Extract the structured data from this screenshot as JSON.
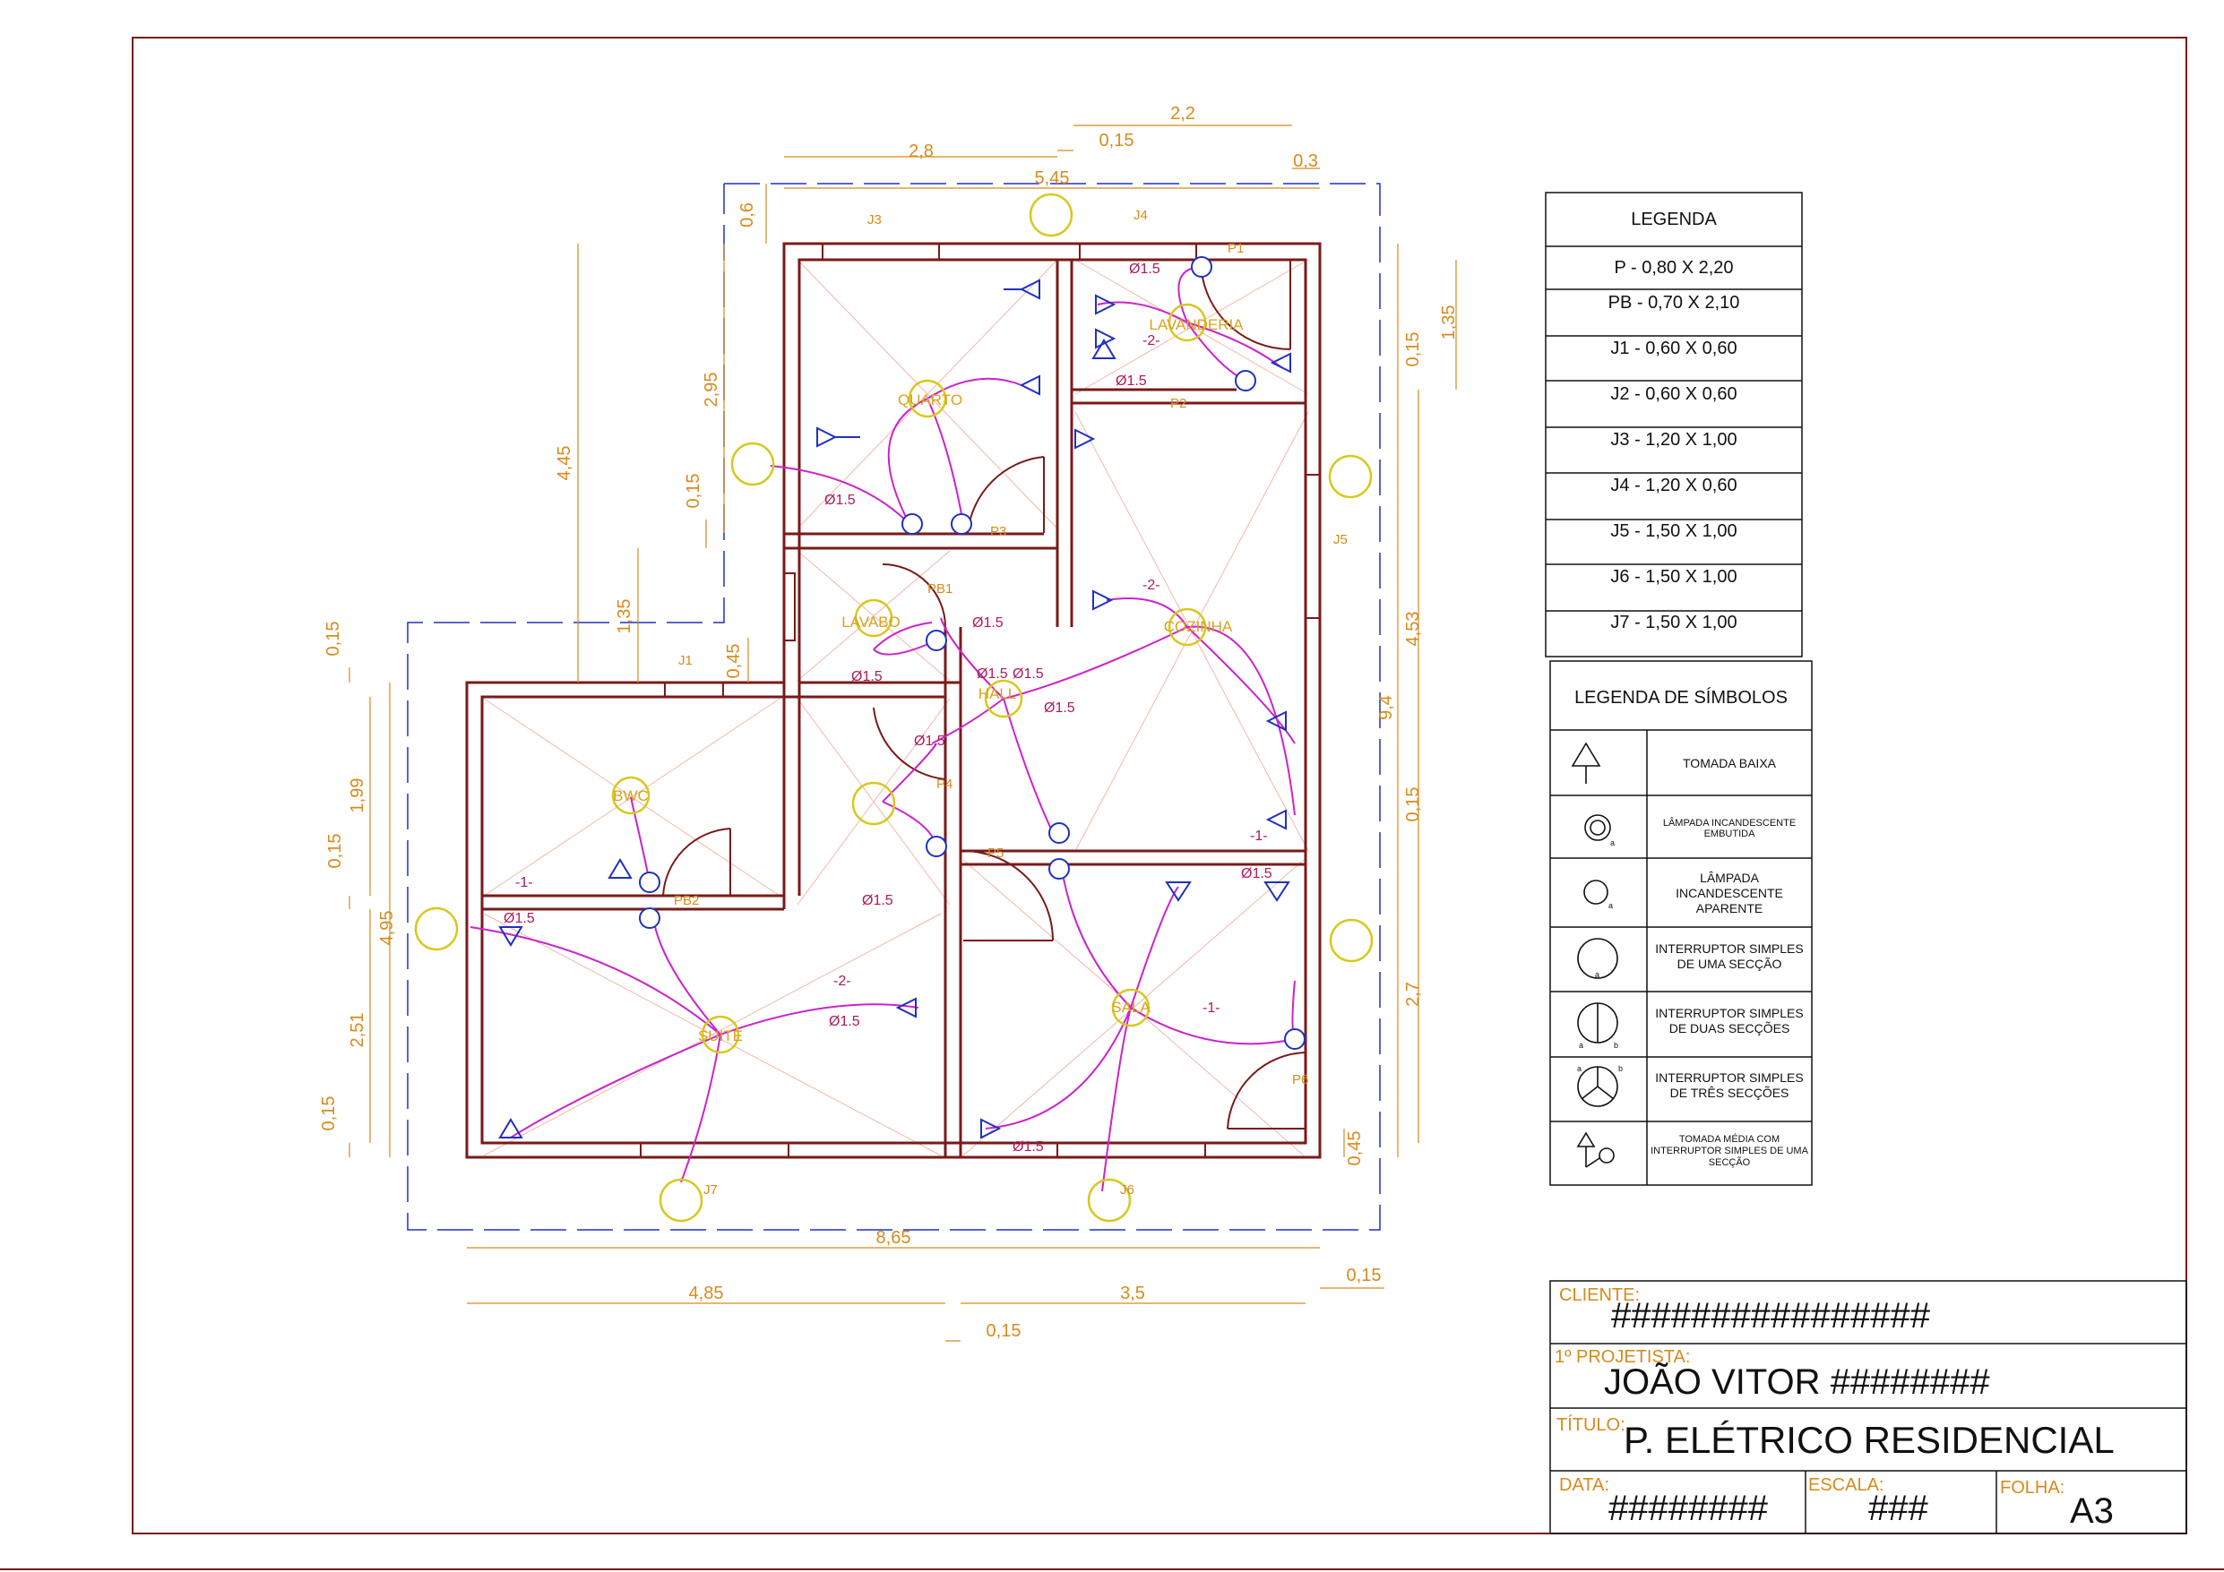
{
  "colors": {
    "frame": "#7a1a1a",
    "wall": "#7a1a1a",
    "dimension": "#d88a1c",
    "circuit": "#cc22cc",
    "conduit_label": "#b0185a",
    "outlet": "#2030c0",
    "lamp": "#d8c81c",
    "hatch": "#f0b8a8"
  },
  "rooms": {
    "quarto": "QUARTO",
    "lavanderia": "LAVANDERIA",
    "lavabo": "LAVABO",
    "cozinha": "COZINHA",
    "hall": "HALL",
    "bwc": "BWC",
    "suite": "SUITE",
    "sala": "SALA"
  },
  "openings": {
    "j1": "J1",
    "j3": "J3",
    "j4": "J4",
    "j5": "J5",
    "j6": "J6",
    "j7": "J7",
    "p1": "P1",
    "p2": "P2",
    "p3": "P3",
    "p4": "P4",
    "p5": "P5",
    "p6": "P6",
    "pb1": "PB1",
    "pb2": "PB2"
  },
  "dimensions": {
    "d_2_2": "2,2",
    "d_2_8": "2,8",
    "d_0_15_top": "0,15",
    "d_0_3": "0,3",
    "d_5_45": "5,45",
    "d_0_6": "0,6",
    "d_2_95": "2,95",
    "d_4_45": "4,45",
    "d_0_15_a": "0,15",
    "d_1_35_left": "1,35",
    "d_0_45_j1": "0,45",
    "d_0_15_b": "0,15",
    "d_1_99": "1,99",
    "d_0_15_c": "0,15",
    "d_4_95": "4,95",
    "d_2_51": "2,51",
    "d_0_15_d": "0,15",
    "d_1_35_right": "1,35",
    "d_0_15_r1": "0,15",
    "d_4_53": "4,53",
    "d_9_4": "9,4",
    "d_0_15_r2": "0,15",
    "d_2_7": "2,7",
    "d_0_45_r": "0,45",
    "d_8_65": "8,65",
    "d_4_85": "4,85",
    "d_3_5": "3,5",
    "d_0_15_e": "0,15",
    "d_0_15_f": "0,15"
  },
  "conduit": {
    "dia": "Ø1.5",
    "c1": "-1-",
    "c2": "-2-",
    "ret_a": "a",
    "ret_b": "b"
  },
  "legend": {
    "title": "LEGENDA",
    "items": [
      "P - 0,80 X 2,20",
      "PB - 0,70 X 2,10",
      "J1 - 0,60 X 0,60",
      "J2 - 0,60 X 0,60",
      "J3 - 1,20 X 1,00",
      "J4 - 1,20 X 0,60",
      "J5 - 1,50 X 1,00",
      "J6 - 1,50 X 1,00",
      "J7 - 1,50 X 1,00"
    ]
  },
  "symbols": {
    "title": "LEGENDA DE SÍMBOLOS",
    "items": [
      {
        "icon": "low-outlet-icon",
        "lines": [
          "TOMADA BAIXA"
        ]
      },
      {
        "icon": "recessed-lamp-icon",
        "lines": [
          "LÂMPADA INCANDESCENTE",
          "EMBUTIDA"
        ]
      },
      {
        "icon": "surface-lamp-icon",
        "lines": [
          "LÂMPADA",
          "INCANDESCENTE",
          "APARENTE"
        ]
      },
      {
        "icon": "single-switch-icon",
        "lines": [
          "INTERRUPTOR SIMPLES",
          "DE UMA SECÇÃO"
        ]
      },
      {
        "icon": "double-switch-icon",
        "lines": [
          "INTERRUPTOR SIMPLES",
          "DE DUAS SECÇÕES"
        ]
      },
      {
        "icon": "triple-switch-icon",
        "lines": [
          "INTERRUPTOR SIMPLES",
          "DE TRÊS SECÇÕES"
        ]
      },
      {
        "icon": "medium-outlet-switch-icon",
        "lines": [
          "TOMADA MÉDIA COM",
          "INTERRUPTOR SIMPLES DE UMA",
          "SECÇÃO"
        ]
      }
    ]
  },
  "title_block": {
    "client_label": "CLIENTE:",
    "client_value": "################",
    "designer_label": "1º PROJETISTA:",
    "designer_value": "JOÃO VITOR ########",
    "title_label": "TÍTULO:",
    "title_value": "P. ELÉTRICO RESIDENCIAL",
    "date_label": "DATA:",
    "date_value": "########",
    "scale_label": "ESCALA:",
    "scale_value": "###",
    "sheet_label": "FOLHA:",
    "sheet_value": "A3"
  }
}
